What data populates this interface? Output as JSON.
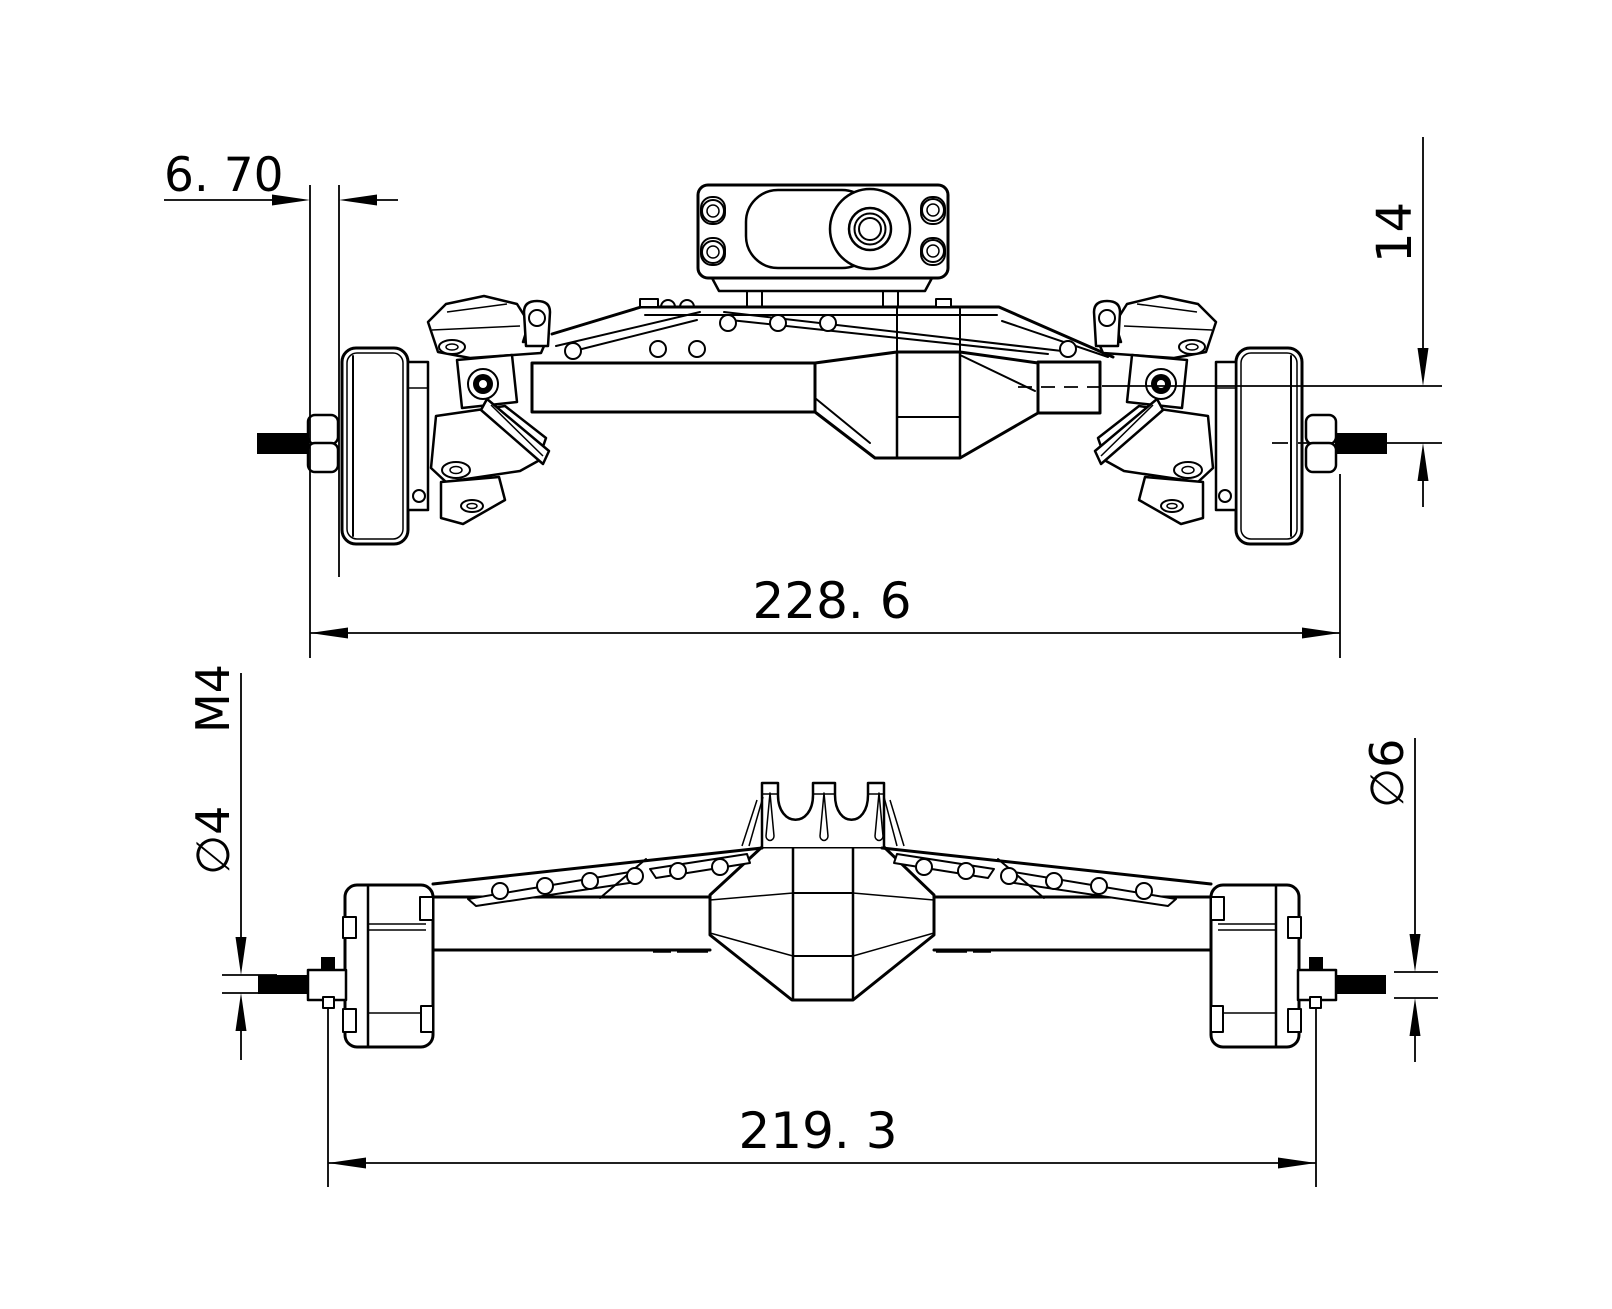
{
  "drawing": {
    "line_color": "#000000",
    "background_color": "#ffffff",
    "front_view": {
      "dim_hub_offset": "6. 70",
      "dim_portal_drop": "14",
      "dim_overall_width": "228. 6"
    },
    "rear_view": {
      "dim_thread": "M4",
      "dim_shaft_diameter": "∅4",
      "dim_output_diameter": "∅6",
      "dim_overall_width": "219. 3"
    }
  }
}
